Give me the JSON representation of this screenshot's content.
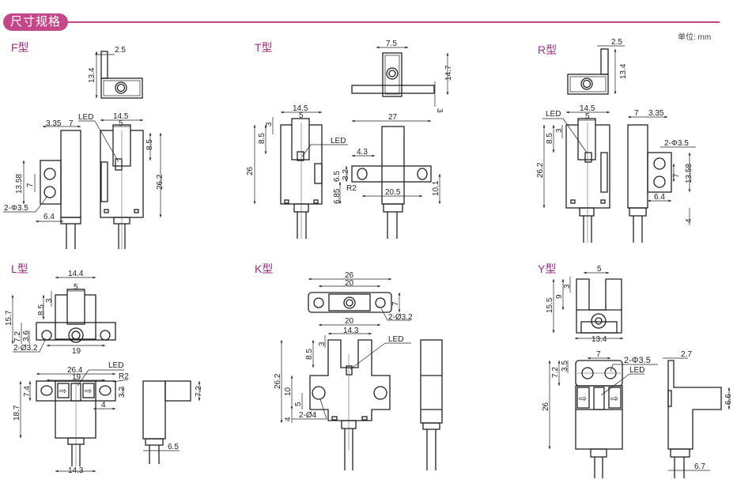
{
  "header": {
    "title": "尺寸规格",
    "unit": "单位: mm",
    "accent": "#c4478a",
    "label_color": "#a02d82"
  },
  "types": [
    {
      "label": "F型",
      "dims": [
        "2.5",
        "13.4",
        "3.35",
        "7",
        "LED",
        "14.5",
        "5",
        "8.5",
        "26.2",
        "13.58",
        "7",
        "2-Φ3.5",
        "6.4"
      ]
    },
    {
      "label": "T型",
      "dims": [
        "7.5",
        "14.7",
        "3",
        "14.5",
        "5",
        "3",
        "8.5",
        "LED",
        "26",
        "27",
        "4.3",
        "6.5",
        "3.2",
        "R2",
        "6.85",
        "20.5",
        "10.1"
      ]
    },
    {
      "label": "R型",
      "dims": [
        "2.5",
        "13.4",
        "LED",
        "14.5",
        "5",
        "3",
        "8.5",
        "26.2",
        "7",
        "3.35",
        "2-Φ3.5",
        "7",
        "13.58",
        "6.4",
        "4"
      ]
    },
    {
      "label": "L型",
      "dims": [
        "14.4",
        "5",
        "3",
        "8.5",
        "15.7",
        "7.2",
        "3.6",
        "2-Ø3.2",
        "19",
        "LED",
        "26.4",
        "19",
        "R2",
        "7.4",
        "3.2",
        "4",
        "18.7",
        "14.3",
        "7.2",
        "6.5"
      ]
    },
    {
      "label": "K型",
      "dims": [
        "26",
        "20",
        "7",
        "2-Ø3.2",
        "20",
        "14.3",
        "LED",
        "3",
        "8.5",
        "26.2",
        "10",
        "5",
        "2-Ø4",
        "4"
      ]
    },
    {
      "label": "Y型",
      "dims": [
        "5",
        "3",
        "9",
        "15.5",
        "13.4",
        "7",
        "2-Φ3.5",
        "LED",
        "7.2",
        "3.5",
        "26",
        "2.7",
        "6.6",
        "6.7"
      ]
    }
  ]
}
